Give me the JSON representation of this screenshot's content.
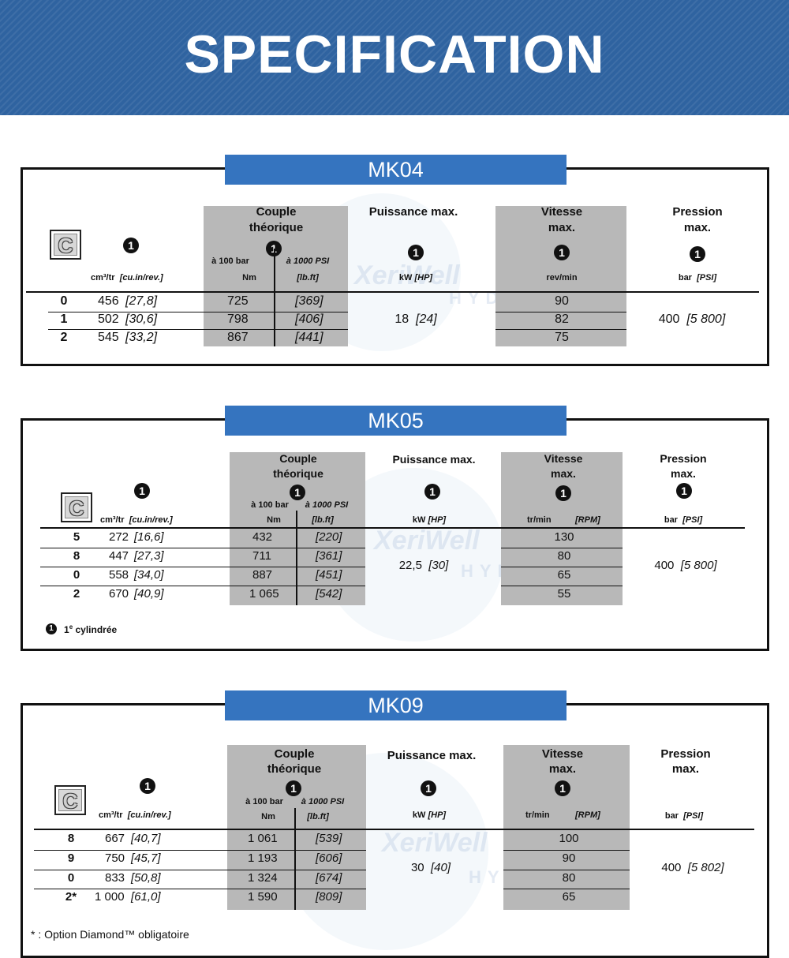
{
  "banner": {
    "title": "SPECIFICATION"
  },
  "watermark": {
    "brand": "XeriWell",
    "sub": "HYD"
  },
  "mk04": {
    "label": "MK04",
    "icon": "C",
    "headers": {
      "couple": "Couple\nthéorique",
      "puissance": "Puissance max.",
      "vitesse": "Vitesse\nmax.",
      "pression": "Pression\nmax."
    },
    "marker": "1",
    "units": {
      "displacement": "cm³/tr",
      "displacement_imp": "[cu.in/rev.]",
      "torque_cond": "à 100 bar",
      "torque_cond_imp": "à 1000 PSI",
      "torque": "Nm",
      "torque_imp": "[lb.ft]",
      "power": "kW",
      "power_imp": "[HP]",
      "speed": "rev/min",
      "pressure": "bar",
      "pressure_imp": "[PSI]"
    },
    "rows": [
      {
        "code": "0",
        "disp": "456",
        "disp_imp": "[27,8]",
        "nm": "725",
        "lbft": "[369]",
        "speed": "90"
      },
      {
        "code": "1",
        "disp": "502",
        "disp_imp": "[30,6]",
        "nm": "798",
        "lbft": "[406]",
        "speed": "82"
      },
      {
        "code": "2",
        "disp": "545",
        "disp_imp": "[33,2]",
        "nm": "867",
        "lbft": "[441]",
        "speed": "75"
      }
    ],
    "power": {
      "kw": "18",
      "hp": "[24]"
    },
    "pressure": {
      "bar": "400",
      "psi": "[5 800]"
    }
  },
  "mk05": {
    "label": "MK05",
    "icon": "C",
    "headers": {
      "couple": "Couple\nthéorique",
      "puissance": "Puissance max.",
      "vitesse": "Vitesse\nmax.",
      "pression": "Pression\nmax."
    },
    "marker": "1",
    "units": {
      "displacement": "cm³/tr",
      "displacement_imp": "[cu.in/rev.]",
      "torque_cond": "à 100 bar",
      "torque_cond_imp": "à 1000 PSI",
      "torque": "Nm",
      "torque_imp": "[lb.ft]",
      "power": "kW",
      "power_imp": "[HP]",
      "speed": "tr/min",
      "speed_imp": "[RPM]",
      "pressure": "bar",
      "pressure_imp": "[PSI]"
    },
    "rows": [
      {
        "code": "5",
        "disp": "272",
        "disp_imp": "[16,6]",
        "nm": "432",
        "lbft": "[220]",
        "speed": "130"
      },
      {
        "code": "8",
        "disp": "447",
        "disp_imp": "[27,3]",
        "nm": "711",
        "lbft": "[361]",
        "speed": "80"
      },
      {
        "code": "0",
        "disp": "558",
        "disp_imp": "[34,0]",
        "nm": "887",
        "lbft": "[451]",
        "speed": "65"
      },
      {
        "code": "2",
        "disp": "670",
        "disp_imp": "[40,9]",
        "nm": "1 065",
        "lbft": "[542]",
        "speed": "55"
      }
    ],
    "power": {
      "kw": "22,5",
      "hp": "[30]"
    },
    "pressure": {
      "bar": "400",
      "psi": "[5 800]"
    },
    "footnote": {
      "marker": "1",
      "text": "1",
      "sup": "e",
      "rest": " cylindrée"
    }
  },
  "mk09": {
    "label": "MK09",
    "icon": "C",
    "headers": {
      "couple": "Couple\nthéorique",
      "puissance": "Puissance max.",
      "vitesse": "Vitesse\nmax.",
      "pression": "Pression\nmax."
    },
    "marker": "1",
    "units": {
      "displacement": "cm³/tr",
      "displacement_imp": "[cu.in/rev.]",
      "torque_cond": "à 100 bar",
      "torque_cond_imp": "à 1000 PSI",
      "torque": "Nm",
      "torque_imp": "[lb.ft]",
      "power": "kW",
      "power_imp": "[HP]",
      "speed": "tr/min",
      "speed_imp": "[RPM]",
      "pressure": "bar",
      "pressure_imp": "[PSI]"
    },
    "rows": [
      {
        "code": "8",
        "disp": "667",
        "disp_imp": "[40,7]",
        "nm": "1 061",
        "lbft": "[539]",
        "speed": "100"
      },
      {
        "code": "9",
        "disp": "750",
        "disp_imp": "[45,7]",
        "nm": "1 193",
        "lbft": "[606]",
        "speed": "90"
      },
      {
        "code": "0",
        "disp": "833",
        "disp_imp": "[50,8]",
        "nm": "1 324",
        "lbft": "[674]",
        "speed": "80"
      },
      {
        "code": "2*",
        "disp": "1 000",
        "disp_imp": "[61,0]",
        "nm": "1 590",
        "lbft": "[809]",
        "speed": "65"
      }
    ],
    "power": {
      "kw": "30",
      "hp": "[40]"
    },
    "pressure": {
      "bar": "400",
      "psi": "[5 802]"
    },
    "footnote": {
      "text": "* : Option Diamond™ obligatoire"
    }
  }
}
